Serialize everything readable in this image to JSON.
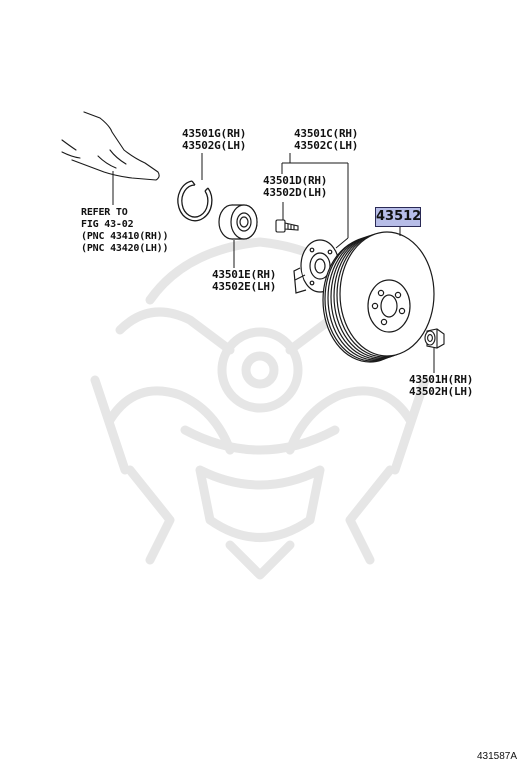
{
  "labels": {
    "ref_lines": [
      "REFER TO",
      "FIG 43-02",
      "(PNC 43410(RH))",
      "(PNC 43420(LH))"
    ],
    "snap_ring": [
      "43501G(RH)",
      "43502G(LH)"
    ],
    "hub_assembly": [
      "43501C(RH)",
      "43502C(LH)"
    ],
    "hub_bolt": [
      "43501D(RH)",
      "43502D(LH)"
    ],
    "bearing": [
      "43501E(RH)",
      "43502E(LH)"
    ],
    "hub_nut": [
      "43501H(RH)",
      "43502H(LH)"
    ],
    "disc": "43512"
  },
  "illustration_code": "431587A",
  "colors": {
    "line": "#1a1a1a",
    "highlight_fill": "#b7bde8",
    "watermark": "#e9e9e9"
  },
  "icons": [
    "hand-pointer-icon",
    "snap-ring-icon",
    "bearing-icon",
    "hub-bolt-icon",
    "axle-hub-icon",
    "brake-disc-icon",
    "hub-nut-icon",
    "watermark-emblem"
  ]
}
